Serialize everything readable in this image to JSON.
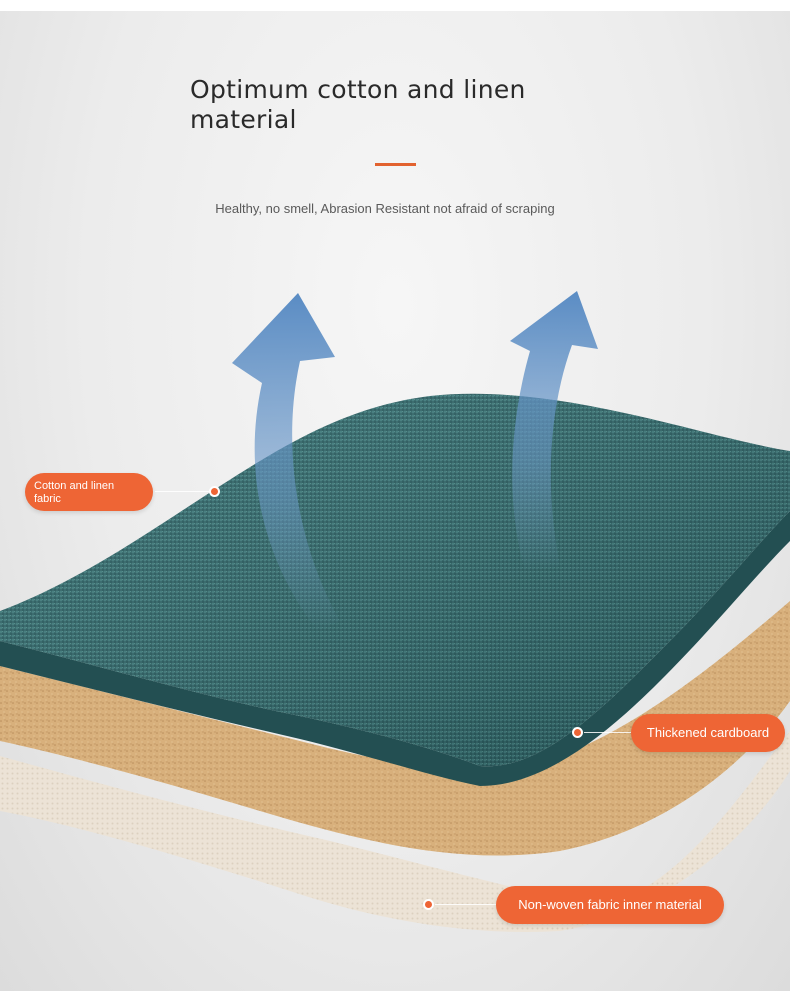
{
  "header": {
    "title_line1": "Optimum cotton and linen",
    "title_line2": "material",
    "subtitle": "Healthy, no smell, Abrasion Resistant not afraid of scraping"
  },
  "callouts": {
    "cotton_label_line1": "Cotton and linen",
    "cotton_label_line2": "fabric",
    "cardboard_label": "Thickened cardboard",
    "nonwoven_label": "Non-woven fabric inner material"
  },
  "colors": {
    "accent": "#ee6535",
    "fabric": "#2e6466",
    "cardboard": "#d9b382",
    "nonwoven": "#e8ded0",
    "arrow": "#5a8cc2"
  }
}
